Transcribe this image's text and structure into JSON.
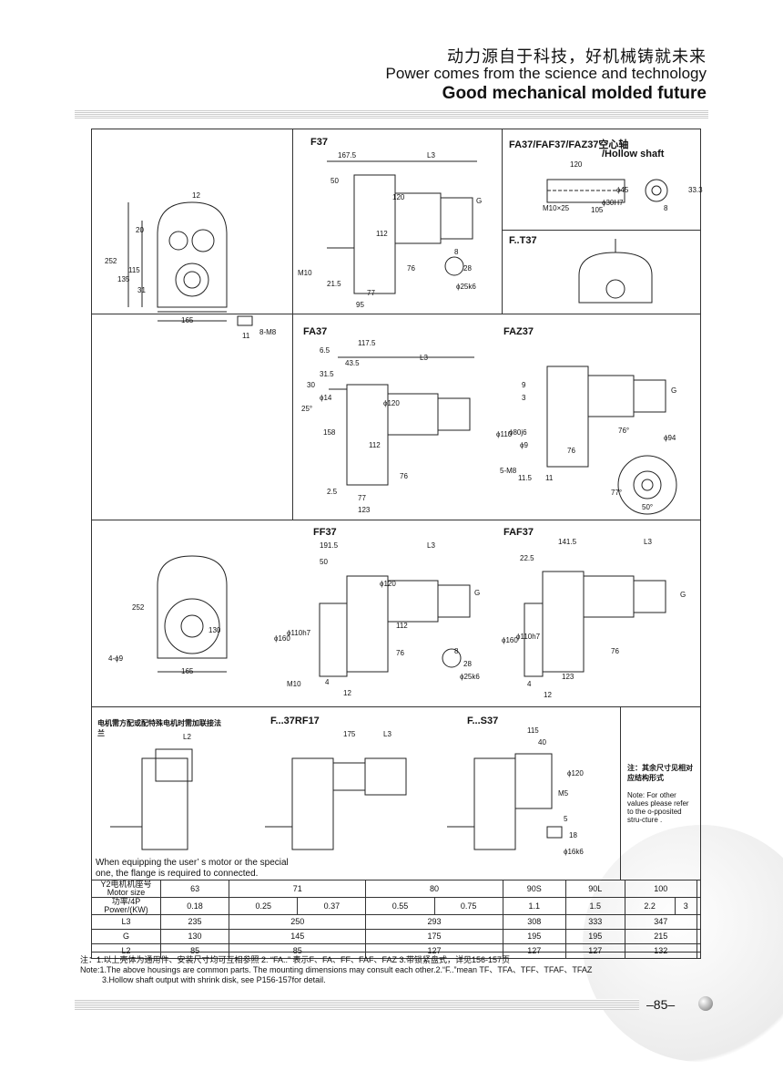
{
  "header": {
    "cn": "动力源自于科技，好机械铸就未来",
    "en": "Power comes from the science and technology",
    "tagline": "Good mechanical molded future"
  },
  "sections": {
    "f37": "F37",
    "fa37_hollow": "FA37/FAF37/FAZ37空心轴",
    "hollow_shaft": "/Hollow shaft",
    "ft37": "F..T37",
    "fa37": "FA37",
    "faz37": "FAZ37",
    "ff37": "FF37",
    "faf37": "FAF37",
    "rf37": "F...37RF17",
    "s37": "F...S37"
  },
  "dims": {
    "f37": [
      "167.5",
      "L3",
      "50",
      "G",
      "120",
      "112",
      "76",
      "M10",
      "21.5",
      "77",
      "95",
      "8",
      "28",
      "ϕ25k6"
    ],
    "side": [
      "12",
      "20",
      "252",
      "135",
      "115",
      "31",
      "165",
      "11",
      "8-M8"
    ],
    "hollow": [
      "120",
      "ϕ45",
      "ϕ30H7",
      "33.3",
      "M10×25",
      "105",
      "8"
    ],
    "fa37": [
      "117.5",
      "6.5",
      "43.5",
      "L3",
      "31.5",
      "30",
      "ϕ14",
      "25°",
      "ϕ120",
      "158",
      "112",
      "76",
      "2.5",
      "77",
      "123"
    ],
    "faz37": [
      "G",
      "9",
      "3",
      "ϕ110",
      "ϕ80j6",
      "ϕ9",
      "76",
      "5-M8",
      "11.5",
      "11",
      "76°",
      "ϕ94",
      "77°",
      "50°"
    ],
    "ff37": [
      "191.5",
      "L3",
      "50",
      "G",
      "ϕ120",
      "ϕ160",
      "ϕ110h7",
      "112",
      "76",
      "M10",
      "4",
      "12",
      "8",
      "28",
      "ϕ25k6",
      "252",
      "130",
      "4-ϕ9",
      "165"
    ],
    "faf37": [
      "141.5",
      "L3",
      "22.5",
      "G",
      "ϕ160",
      "ϕ110h7",
      "76",
      "123",
      "4",
      "12"
    ],
    "rf37": [
      "L2",
      "175",
      "L3"
    ],
    "s37": [
      "115",
      "40",
      "ϕ120",
      "M5",
      "5",
      "18",
      "ϕ16k6"
    ]
  },
  "notes": {
    "motor_flange_cn": "电机需方配或配特殊电机时需加联接法兰",
    "motor_flange_en_1": "When equipping the user’ s motor or the special",
    "motor_flange_en_2": "one, the flange is required to connected.",
    "other_cn": "注：其余尺寸见相对应结构形式",
    "other_en": "Note: For other values please refer to the o-pposited stru-cture ."
  },
  "table": {
    "row_labels": [
      "Y2电机机座号 Motor size",
      "功率/4P Power/(KW)",
      "L3",
      "G",
      "L2"
    ],
    "motor_size": [
      "63",
      "71",
      "80",
      "90S",
      "90L",
      "100"
    ],
    "power": [
      "0.18",
      "0.25",
      "0.37",
      "0.55",
      "0.75",
      "1.1",
      "1.5",
      "2.2",
      "3"
    ],
    "L3": [
      "235",
      "250",
      "293",
      "308",
      "333",
      "347"
    ],
    "G": [
      "130",
      "145",
      "175",
      "195",
      "195",
      "215"
    ],
    "L2": [
      "85",
      "85",
      "127",
      "127",
      "127",
      "132"
    ]
  },
  "footer_notes": {
    "cn": "注：1.以上壳体为通用件、安装尺寸均可互相参照 2. “FA..” 表示F、FA、FF、FAF、FAZ 3.带锁紧盘式，详见156-157页",
    "en1": "Note:1.The above housings are common parts. The mounting dimensions may consult each other.2.“F..”mean TF、TFA、TFF、TFAF、TFAZ",
    "en2": "3.Hollow shaft output with shrink disk, see P156-157for detail."
  },
  "page_number": "–85–"
}
